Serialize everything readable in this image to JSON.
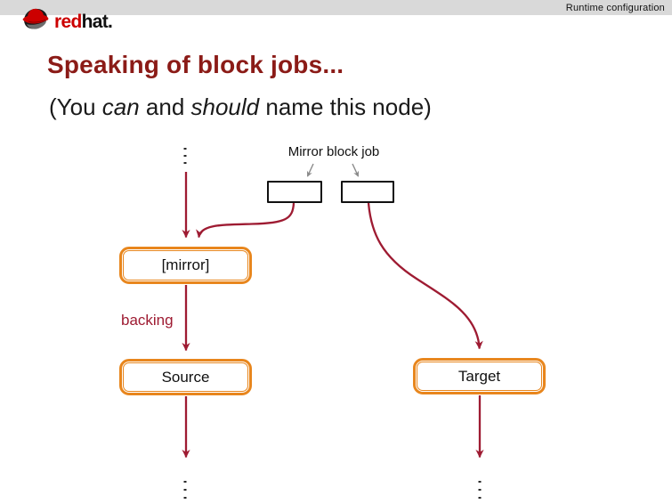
{
  "colors": {
    "accent_maroon": "#9e1b32",
    "title_maroon": "#8b1b17",
    "node_orange": "#e8861d",
    "bar_gray": "#d9d9d9",
    "brand_red": "#cc0000",
    "gray_arrow": "#8a8a8a",
    "box_black": "#111111"
  },
  "header": {
    "title": "Runtime configuration"
  },
  "logo": {
    "brand_red": "red",
    "brand_black": "hat."
  },
  "slide": {
    "title": "Speaking of block jobs...",
    "subtitle": {
      "part1": "(You ",
      "can": "can",
      "part2": " and ",
      "should": "should",
      "part3": " name this node)"
    }
  },
  "diagram": {
    "job_label": "Mirror block job",
    "edge_label": "backing",
    "nodes": [
      {
        "id": "mirror",
        "label": "[mirror]"
      },
      {
        "id": "source",
        "label": "Source"
      },
      {
        "id": "target",
        "label": "Target"
      }
    ]
  }
}
